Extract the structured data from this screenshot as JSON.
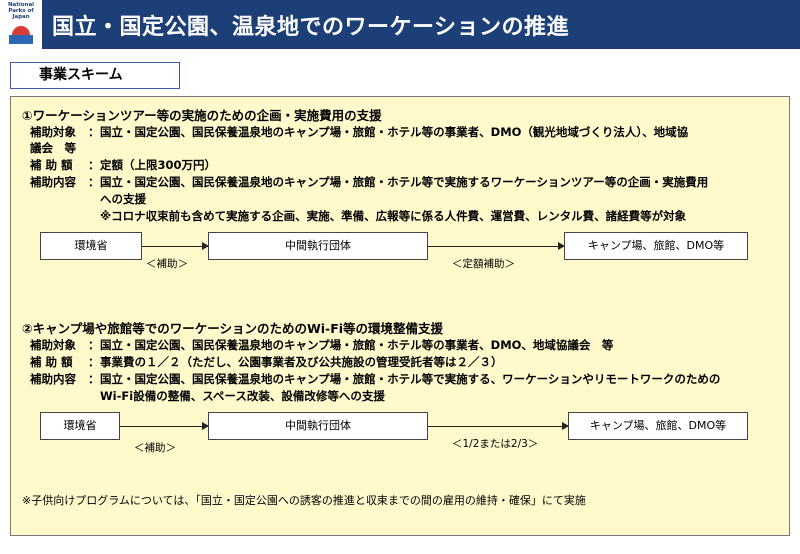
{
  "logo": {
    "text": "National Parks of Japan"
  },
  "title": "国立・国定公園、温泉地でのワーケーションの推進",
  "scheme_tab": "事業スキーム",
  "section1": {
    "heading": "①ワーケーションツアー等の実施のための企画・実施費用の支援",
    "target_label": "補助対象",
    "target_line1": "国立・国定公園、国民保養温泉地のキャンプ場・旅館・ホテル等の事業者、DMO（観光地域づくり法人）、地域協",
    "target_line2": "議会　等",
    "amount_label": "補 助 額",
    "amount_value": "定額（上限300万円）",
    "content_label": "補助内容",
    "content_line1": "国立・国定公園、国民保養温泉地のキャンプ場・旅館・ホテル等で実施するワーケーションツアー等の企画・実施費用",
    "content_line2": "への支援",
    "content_note": "※コロナ収束前も含めて実施する企画、実施、準備、広報等に係る人件費、運営費、レンタル費、諸経費等が対象",
    "flow": {
      "box1": "環境省",
      "box2": "中間執行団体",
      "box3": "キャンプ場、旅館、DMO等",
      "label1": "＜補助＞",
      "label2": "＜定額補助＞"
    }
  },
  "section2": {
    "heading": "②キャンプ場や旅館等でのワーケーションのためのWi-Fi等の環境整備支援",
    "target_label": "補助対象",
    "target_line1": "国立・国定公園、国民保養温泉地のキャンプ場・旅館・ホテル等の事業者、DMO、地域協議会　等",
    "amount_label": "補 助 額",
    "amount_value": "事業費の１／２（ただし、公園事業者及び公共施設の管理受託者等は２／３）",
    "content_label": "補助内容",
    "content_line1": "国立・国定公園、国民保養温泉地のキャンプ場・旅館・ホテル等で実施する、ワーケーションやリモートワークのための",
    "content_line2": "Wi-Fi設備の整備、スペース改装、設備改修等への支援",
    "flow": {
      "box1": "環境省",
      "box2": "中間執行団体",
      "box3": "キャンプ場、旅館、DMO等",
      "label1": "＜補助＞",
      "label2": "＜1/2または2/3＞"
    }
  },
  "colon": "：",
  "footnote": "※子供向けプログラムについては、「国立・国定公園への誘客の推進と収束までの間の雇用の維持・確保」にて実施",
  "colors": {
    "header_bg": "#1c3f77",
    "panel_bg": "#fff9cc",
    "tab_border": "#3a5ea8"
  }
}
